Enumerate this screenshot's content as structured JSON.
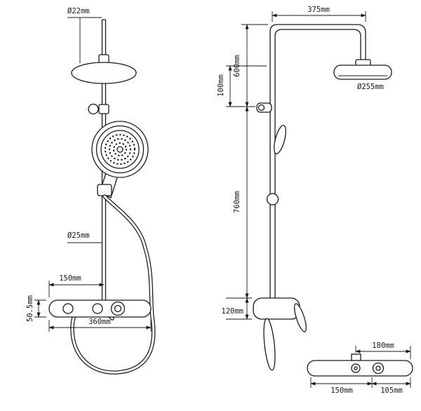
{
  "drawing": {
    "front_view": {
      "labels": {
        "top_pipe_diameter": "Ø22mm",
        "riser_pipe_diameter": "Ø25mm",
        "valve_offset": "150mm",
        "valve_width": "360mm",
        "valve_height": "50.5mm"
      }
    },
    "side_view": {
      "labels": {
        "arm_length": "375mm",
        "upper_section": "600mm",
        "head_drop": "100mm",
        "head_diameter": "Ø255mm",
        "lower_section": "760mm",
        "valve_depth": "120mm"
      }
    },
    "plan_view": {
      "labels": {
        "span_total": "180mm",
        "span_left": "150mm",
        "span_right": "105mm"
      }
    },
    "colors": {
      "line": "#1a1a1a",
      "background": "#ffffff"
    }
  }
}
